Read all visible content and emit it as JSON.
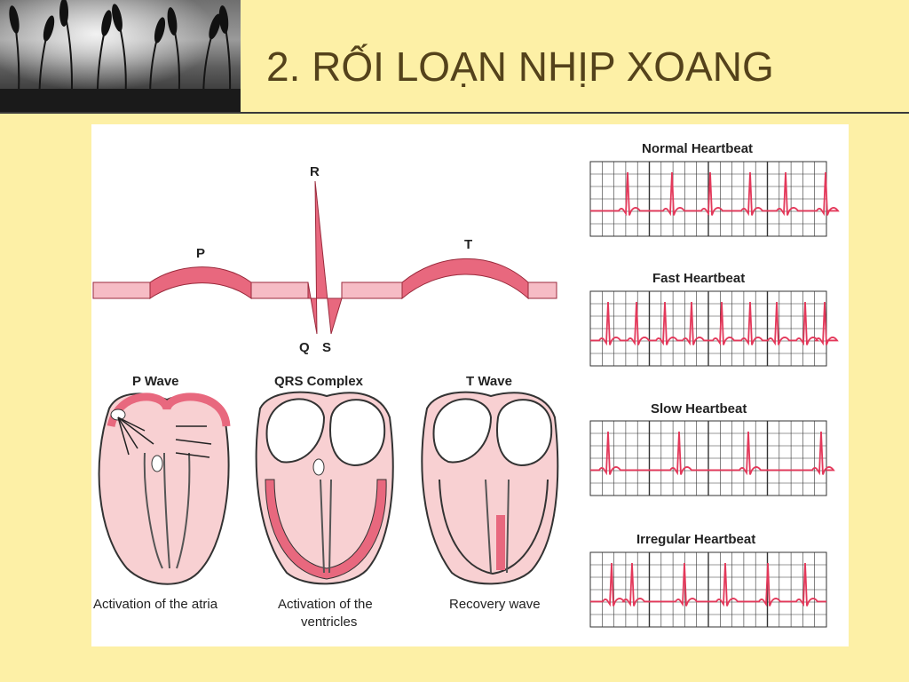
{
  "slide": {
    "title": "2. RỐI LOẠN NHỊP XOANG"
  },
  "waveform": {
    "labels": {
      "p": "P",
      "r": "R",
      "t": "T",
      "q": "Q",
      "s": "S"
    }
  },
  "hearts": [
    {
      "heading": "P Wave",
      "caption": "Activation of the atria"
    },
    {
      "heading": "QRS Complex",
      "caption_line1": "Activation of the",
      "caption_line2": "ventricles"
    },
    {
      "heading": "T Wave",
      "caption": "Recovery wave"
    }
  ],
  "ecg_strips": [
    {
      "title": "Normal Heartbeat"
    },
    {
      "title": "Fast Heartbeat"
    },
    {
      "title": "Slow Heartbeat"
    },
    {
      "title": "Irregular Heartbeat"
    }
  ],
  "colors": {
    "background": "#fdf0a6",
    "title_text": "#54421b",
    "wave_fill": "#e8687e",
    "wave_light": "#f6bcc5",
    "heart_fill": "#f8d0d2",
    "ecg_line": "#e3385a",
    "grid": "#333333"
  }
}
